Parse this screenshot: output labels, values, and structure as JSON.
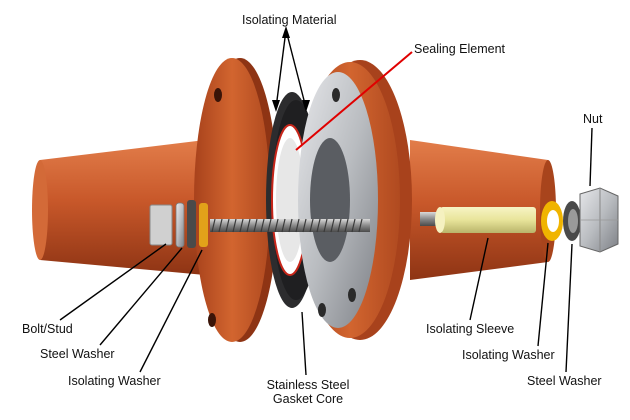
{
  "labels": {
    "isolating_material": "Isolating Material",
    "sealing_element": "Sealing Element",
    "nut": "Nut",
    "bolt_stud": "Bolt/Stud",
    "steel_washer_left": "Steel Washer",
    "isolating_washer_left": "Isolating Washer",
    "stainless_steel_line1": "Stainless Steel",
    "stainless_steel_line2": "Gasket Core",
    "isolating_sleeve": "Isolating Sleeve",
    "isolating_washer_right": "Isolating Washer",
    "steel_washer_right": "Steel Washer"
  },
  "colors": {
    "copper": "#c8582a",
    "copper_dark": "#8e3414",
    "copper_light": "#e58a5a",
    "steel": "#b9bcc0",
    "gasket_dark": "#2c2c2e",
    "sleeve": "#e8e49a",
    "isolating_washer": "#f0b400",
    "sealing_pointer": "#e00000"
  }
}
